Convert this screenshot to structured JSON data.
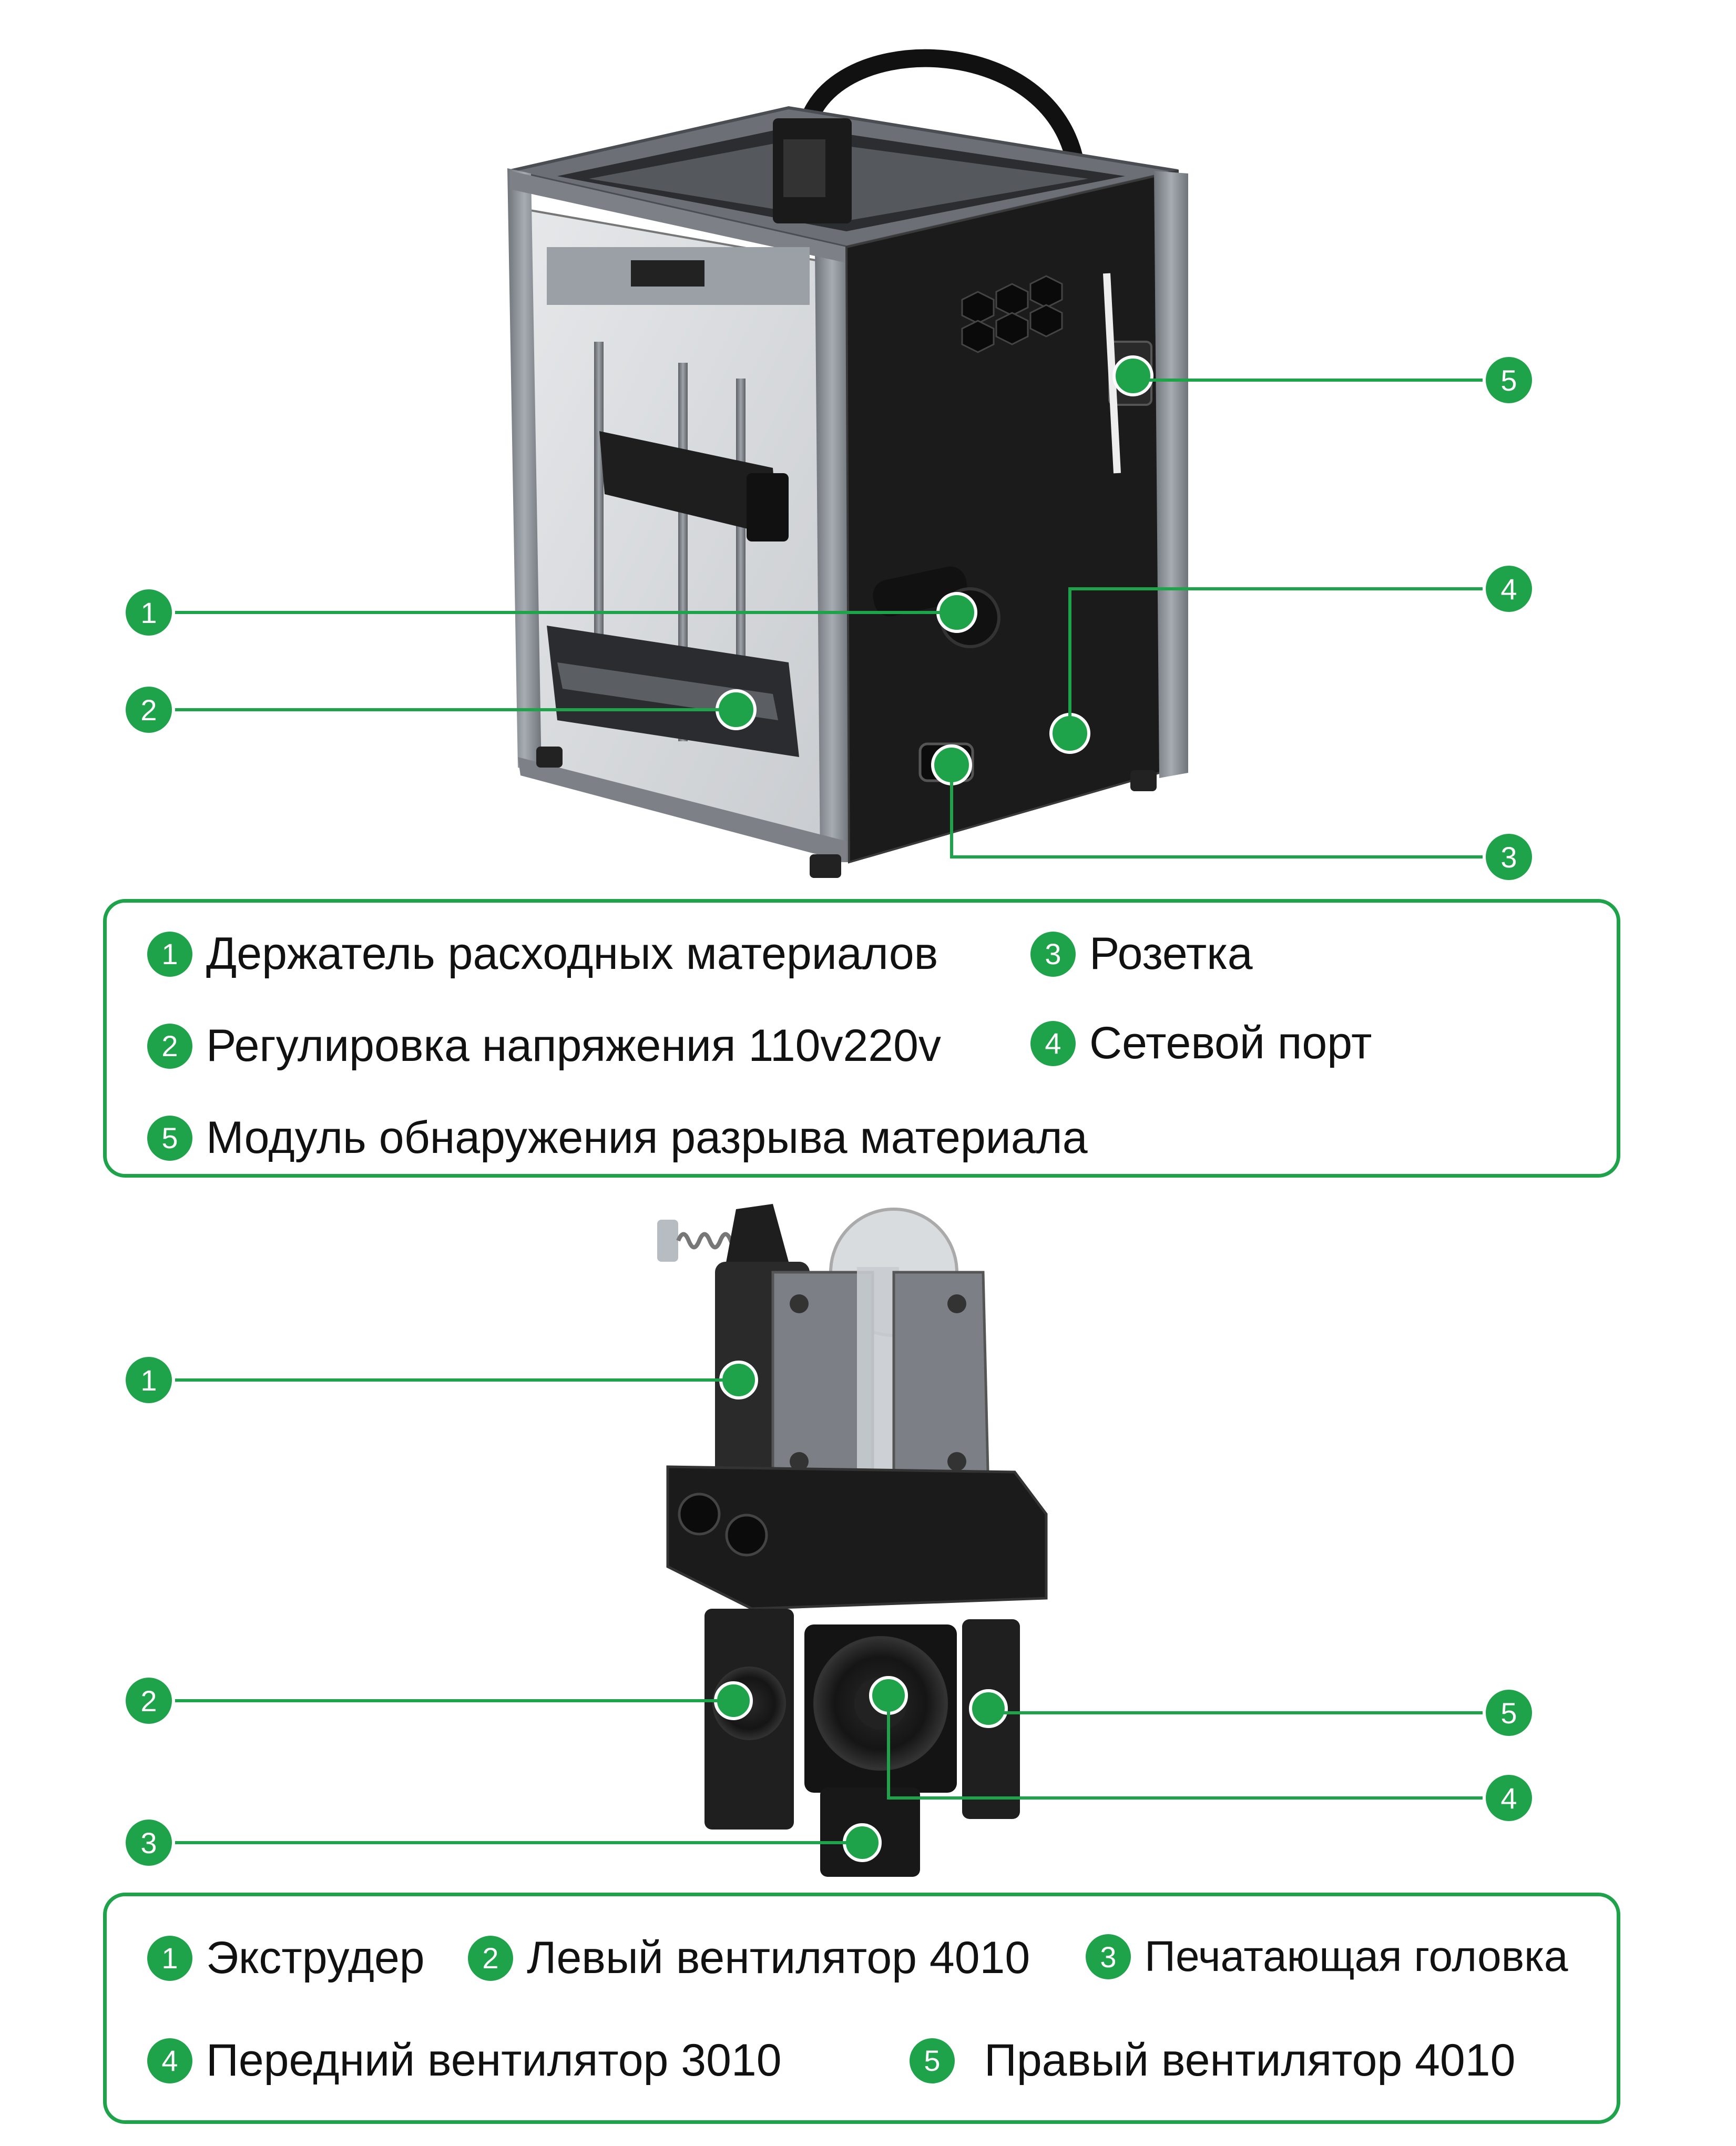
{
  "printer_callouts": [
    "1",
    "2",
    "3",
    "4",
    "5"
  ],
  "printer_legend": [
    {
      "num": "1",
      "label": "Держатель расходных материалов"
    },
    {
      "num": "2",
      "label": "Регулировка напряжения 110v220v"
    },
    {
      "num": "3",
      "label": "Розетка"
    },
    {
      "num": "4",
      "label": "Сетевой порт"
    },
    {
      "num": "5",
      "label": "Модуль обнаружения разрыва материала"
    }
  ],
  "extruder_callouts": [
    "1",
    "2",
    "3",
    "4",
    "5"
  ],
  "extruder_legend": [
    {
      "num": "1",
      "label": "Экструдер"
    },
    {
      "num": "2",
      "label": "Левый вентилятор 4010"
    },
    {
      "num": "3",
      "label": "Печатающая головка"
    },
    {
      "num": "4",
      "label": "Передний вентилятор 3010"
    },
    {
      "num": "5",
      "label": "Правый вентилятор 4010"
    }
  ],
  "colors": {
    "accent": "#1fa34a",
    "frame": "#8a8f96",
    "panel_dark": "#1b1b1b"
  }
}
